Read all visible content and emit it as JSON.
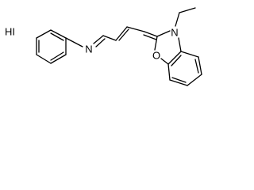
{
  "molecule": {
    "counterion": "HI",
    "atoms": {
      "n_imine": "N",
      "n_ring": "N",
      "o_ring": "O"
    }
  }
}
